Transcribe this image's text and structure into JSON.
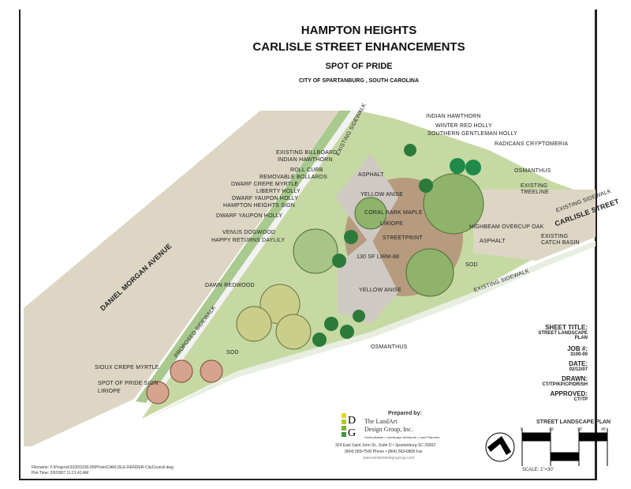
{
  "title": {
    "line1": "HAMPTON HEIGHTS",
    "line2": "CARLISLE STREET ENHANCEMENTS",
    "line3": "SPOT OF PRIDE",
    "subtitle": "CITY OF SPARTANBURG , SOUTH CAROLINA"
  },
  "streets": {
    "daniel_morgan": "DANIEL MORGAN AVENUE",
    "carlisle": "CARLISLE STREET"
  },
  "labels_left": [
    "EXISTING BILLBOARD",
    "INDIAN HAWTHORN",
    "ROLL CURB",
    "REMOVABLE BOLLARDS",
    "DWARF CREPE MYRTLE",
    "LIBERTY HOLLY",
    "DWARF YAUPON HOLLY",
    "HAMPTON HEIGHTS SIGN",
    "DWARF YAUPON HOLLY",
    "VENUS DOGWOOD",
    "HAPPY RETURNS DAYLILY",
    "DAWN REDWOOD",
    "SIOUX CREPE MYRTLE",
    "SPOT OF PRIDE SIGN",
    "LIRIOPE"
  ],
  "labels_right": [
    "INDIAN HAWTHORN",
    "WINTER RED HOLLY",
    "SOUTHERN GENTLEMAN HOLLY",
    "RADICANS CRYPTOMERIA",
    "OSMANTHUS",
    "EXISTING TREELINE",
    "HIGHBEAM OVERCUP OAK",
    "EXISTING CATCH BASIN",
    "ASPHALT",
    "SOD"
  ],
  "labels_inner": [
    "ASPHALT",
    "YELLOW ANISE",
    "CORAL BARK MAPLE",
    "LIRIOPE",
    "STREETPRINT",
    "130 SF LIRM-88",
    "YELLOW ANISE",
    "OSMANTHUS",
    "SOD"
  ],
  "sidewalks": {
    "existing_top": "EXISTING SIDEWALK",
    "existing_right": "EXISTING SIDEWALK",
    "existing_bottom": "EXISTING SIDEWALK",
    "proposed": "PROPOSED SIDEWALK"
  },
  "sheet": {
    "title_label": "SHEET TITLE:",
    "title_value1": "STREET LANDSCAPE",
    "title_value2": "PLAN",
    "job_label": "JOB #:",
    "job_value": "3100-00",
    "date_label": "DATE:",
    "date_value": "02/12/07",
    "drawn_label": "DRAWN:",
    "drawn_value": "CT/TP/KP/CP/DR/SH",
    "approved_label": "APPROVED:",
    "approved_value": "CT/TP"
  },
  "prepared": {
    "label": "Prepared by:",
    "company1": "The LandArt",
    "company2": "Design Group, Inc.",
    "services": "Horticulturists  •  Landscape Architects  •  Land Planners",
    "address": "324 East Saint John St., Suite D • Spartanburg SC 29302",
    "phone": "(864) 583•7500 Phone • (864) 583•0808 Fax",
    "web": "www.landartdesigngroup.com"
  },
  "scale_bar": {
    "title": "STREET LANDSCAPE PLAN",
    "ticks": [
      "0",
      "15'",
      "30'",
      "45'"
    ],
    "scale": "SCALE: 1\"=30'"
  },
  "footer": {
    "filename": "Filename: F:\\Projects\\3100\\3100-00\\Photo\\CARLISLE-RENDER-CityCouncil.dwg",
    "plot_time": "Plot Time: 2/6/2007 11:21:41 AM"
  }
}
